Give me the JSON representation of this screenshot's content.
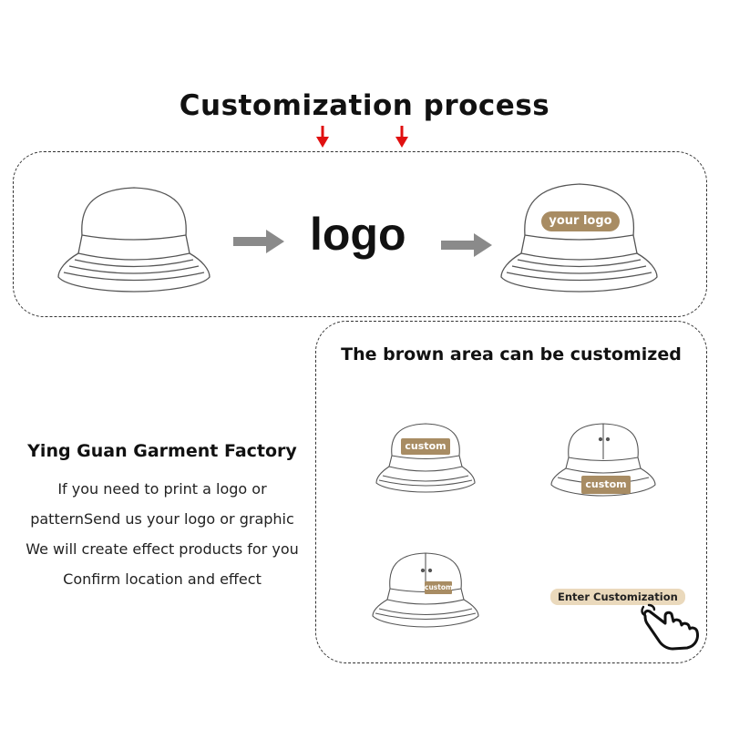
{
  "header": {
    "title": "Customization process"
  },
  "top_panel": {
    "logo_label": "logo",
    "badge_label": "your logo"
  },
  "bottom_panel": {
    "title": "The brown area can be customized",
    "hat_labels": [
      "custom",
      "custom",
      "custom"
    ],
    "enter_button_label": "Enter Customization"
  },
  "left_info": {
    "factory_name": "Ying Guan Garment Factory",
    "lines": [
      "If you need to print a logo or",
      "patternSend us your logo or graphic",
      "We will create effect products for you",
      "Confirm location and effect"
    ]
  },
  "colors": {
    "brown": "#a88c63",
    "beige": "#ead9bc",
    "red": "#e01010",
    "arrow_gray": "#8a8a8a"
  }
}
